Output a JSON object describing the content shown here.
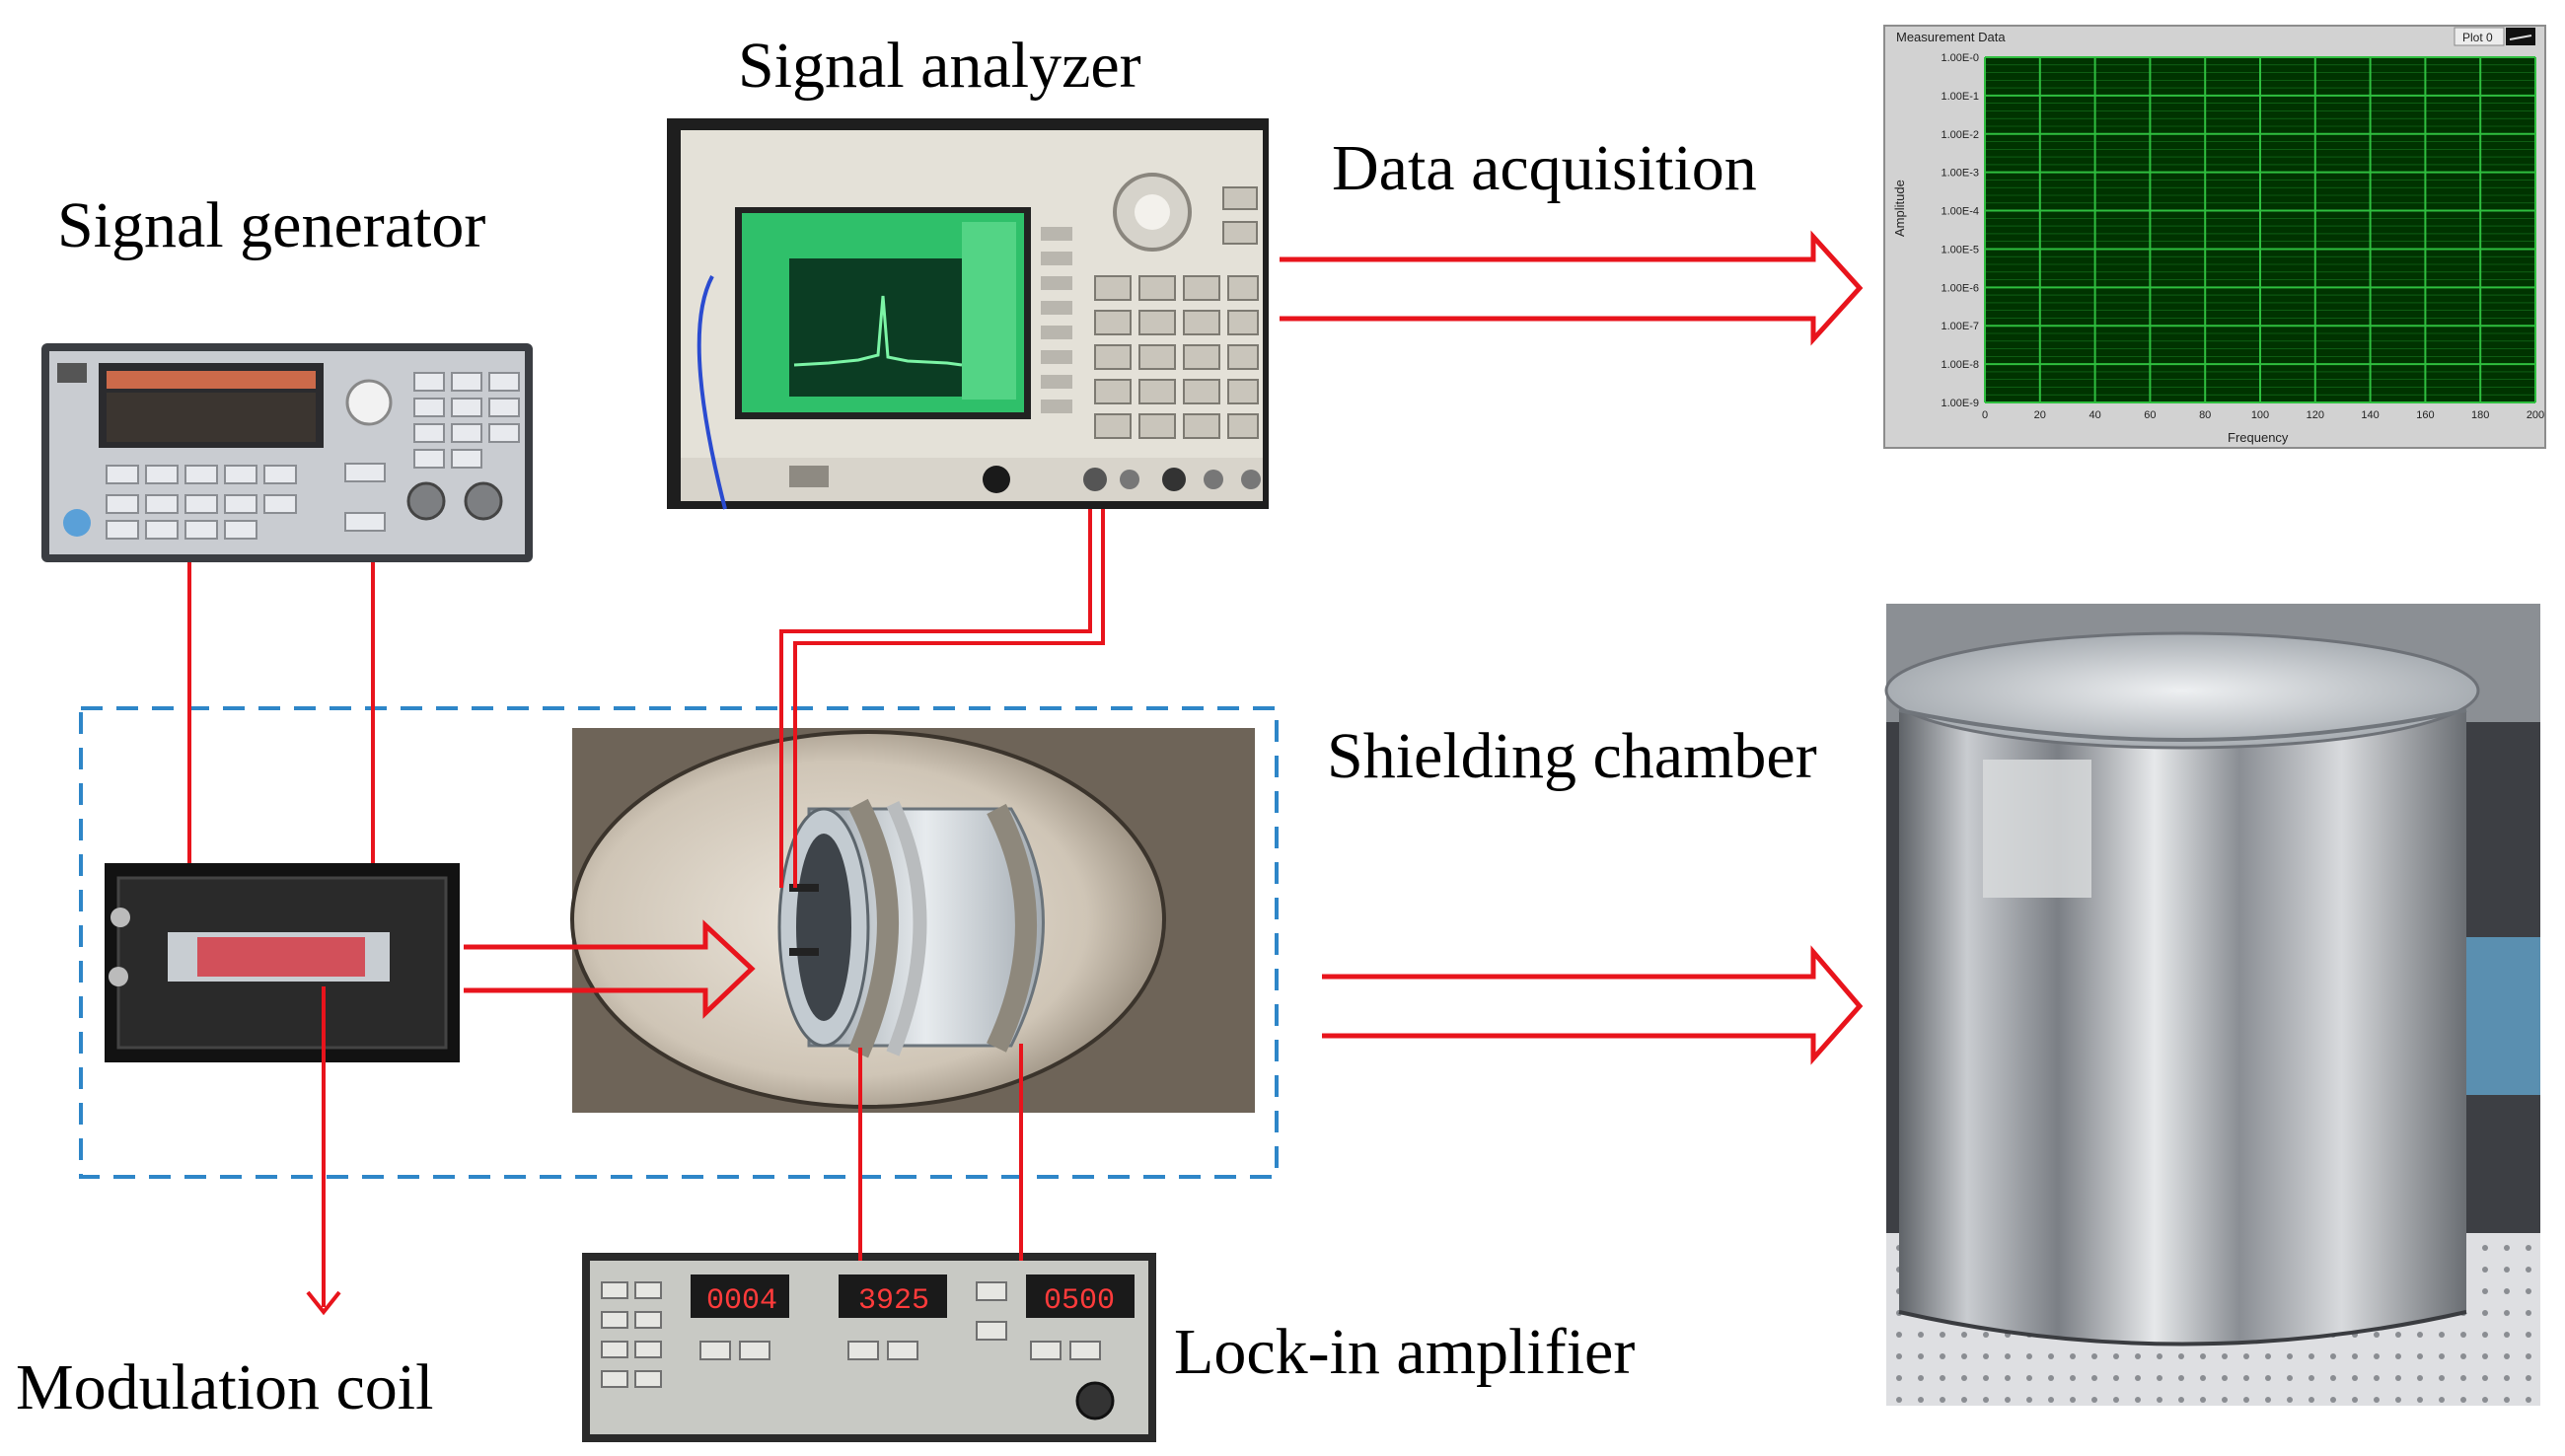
{
  "labels": {
    "signal_analyzer": "Signal analyzer",
    "data_acquisition": "Data acquisition",
    "signal_generator": "Signal generator",
    "shielding_chamber": "Shielding chamber",
    "modulation_coil": "Modulation coil",
    "lock_in_amplifier": "Lock-in amplifier"
  },
  "measurement_window": {
    "title": "Measurement Data",
    "plot_label": "Plot 0",
    "x_axis_label": "Frequency",
    "y_axis_label": "Amplitude",
    "y_ticks": [
      "1.00E-0",
      "1.00E-1",
      "1.00E-2",
      "1.00E-3",
      "1.00E-4",
      "1.00E-5",
      "1.00E-6",
      "1.00E-7",
      "1.00E-8",
      "1.00E-9"
    ],
    "x_ticks": [
      "0",
      "20",
      "40",
      "60",
      "80",
      "100",
      "120",
      "140",
      "160",
      "180",
      "200"
    ]
  },
  "lock_in_displays": [
    "0004",
    "3925",
    "0500"
  ],
  "colors": {
    "connection_line": "#e8141c",
    "dashed_box": "#2e86c8",
    "plot_background": "#003300",
    "plot_grid": "#2fbf3f",
    "lock_in_digits": "#ff3b3b"
  }
}
